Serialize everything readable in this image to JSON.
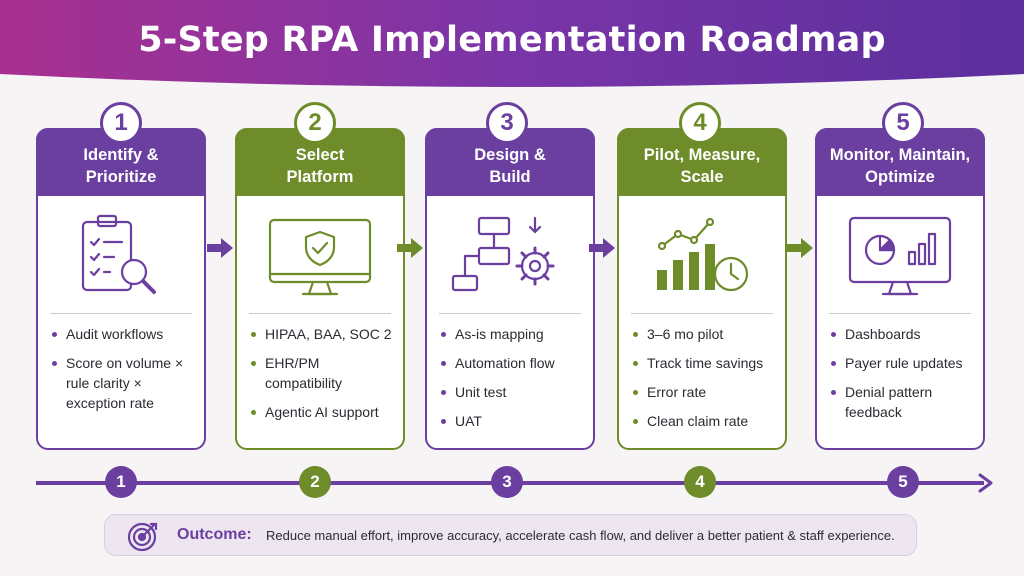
{
  "title": "5-Step RPA Implementation Roadmap",
  "colors": {
    "purple": "#6b3fa0",
    "green": "#6e8c2a"
  },
  "steps": [
    {
      "number": "1",
      "title_lines": [
        "Identify &",
        "Prioritize"
      ],
      "icon": "checklist-magnifier-icon",
      "bullets": [
        "Audit workflows",
        "Score on volume × rule clarity × exception rate"
      ]
    },
    {
      "number": "2",
      "title_lines": [
        "Select",
        "Platform"
      ],
      "icon": "monitor-shield-icon",
      "bullets": [
        "HIPAA, BAA, SOC 2",
        "EHR/PM compatibility",
        "Agentic AI support"
      ]
    },
    {
      "number": "3",
      "title_lines": [
        "Design &",
        "Build"
      ],
      "icon": "flowchart-gear-icon",
      "bullets": [
        "As-is mapping",
        "Automation flow",
        "Unit test",
        "UAT"
      ]
    },
    {
      "number": "4",
      "title_lines": [
        "Pilot, Measure,",
        "Scale"
      ],
      "icon": "growth-chart-clock-icon",
      "bullets": [
        "3–6 mo pilot",
        "Track time savings",
        "Error rate",
        "Clean claim rate"
      ]
    },
    {
      "number": "5",
      "title_lines": [
        "Monitor, Maintain,",
        "Optimize"
      ],
      "icon": "dashboard-monitor-icon",
      "bullets": [
        "Dashboards",
        "Payer rule updates",
        "Denial pattern feedback"
      ]
    }
  ],
  "timeline": [
    "1",
    "2",
    "3",
    "4",
    "5"
  ],
  "outcome": {
    "label": "Outcome:",
    "text": "Reduce manual effort, improve accuracy, accelerate cash flow, and deliver a better patient & staff experience."
  }
}
